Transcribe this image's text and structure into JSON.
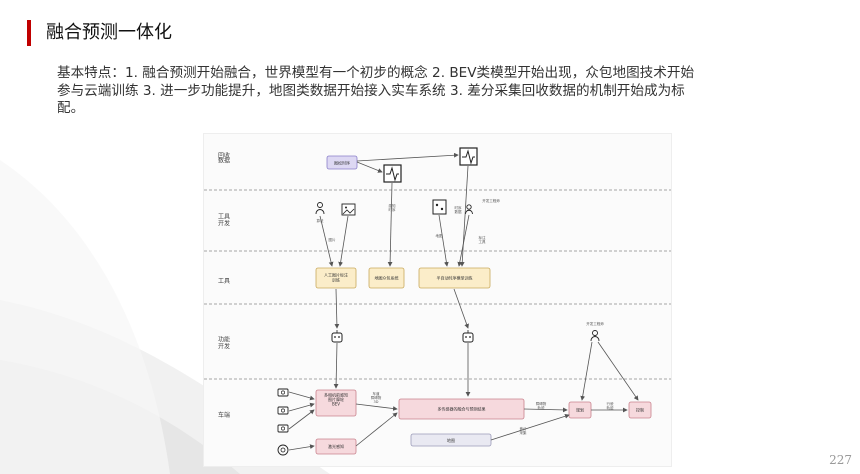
{
  "slide": {
    "title": "融合预测一体化",
    "paragraph": [
      "基本特点：1. 融合预测开始融合，世界模型有一个初步的概念  2. BEV类模型开始出现，众包地图技术开始",
      "参与云端训练   3. 进一步功能提升，地图类数据开始接入实车系统  3. 差分采集回收数据的机制开始成为标",
      "配。"
    ],
    "page_number": "227"
  },
  "diagram": {
    "lanes": [
      "回收\n数据",
      "工具\n开发",
      "工具",
      "功能\n开发",
      "车端"
    ],
    "nodes": {
      "time_seq": "图松时序",
      "manual_label": "人工图片标注\n训练",
      "map_crowdsource": "地图众包系统",
      "semi_auto": "半自动时序模型训练",
      "bev": "多相机前感知\n图片摩轮\nBEV",
      "lidar_perception": "激光感知",
      "fusion_pred": "多传感器的融合与预测结果",
      "map": "地图",
      "planning": "规划",
      "control": "控制"
    },
    "labels": {
      "ai_label": "算法",
      "image_data": "图片",
      "sensor": "感知\n时序",
      "map_tool": "地图",
      "time_data": "时序\n数据",
      "dev_engineer": "开发工程师",
      "label_tool": "标注\n工具",
      "dev_engineer2": "开发工程师",
      "car_object": "车道\n障碍物\n3D",
      "obstacle": "障碍物\n轨迹",
      "traj": "行驶\n轨迹",
      "diff": "差分\n采集"
    },
    "colors": {
      "purple": "#ddd8f3",
      "purple_border": "#8a7fc9",
      "yellow": "#fbedc9",
      "yellow_border": "#c9a95c",
      "pink": "#f6d9dd",
      "pink_border": "#c9828d",
      "gray": "#e9e9f2",
      "gray_border": "#9a9ab8"
    }
  }
}
